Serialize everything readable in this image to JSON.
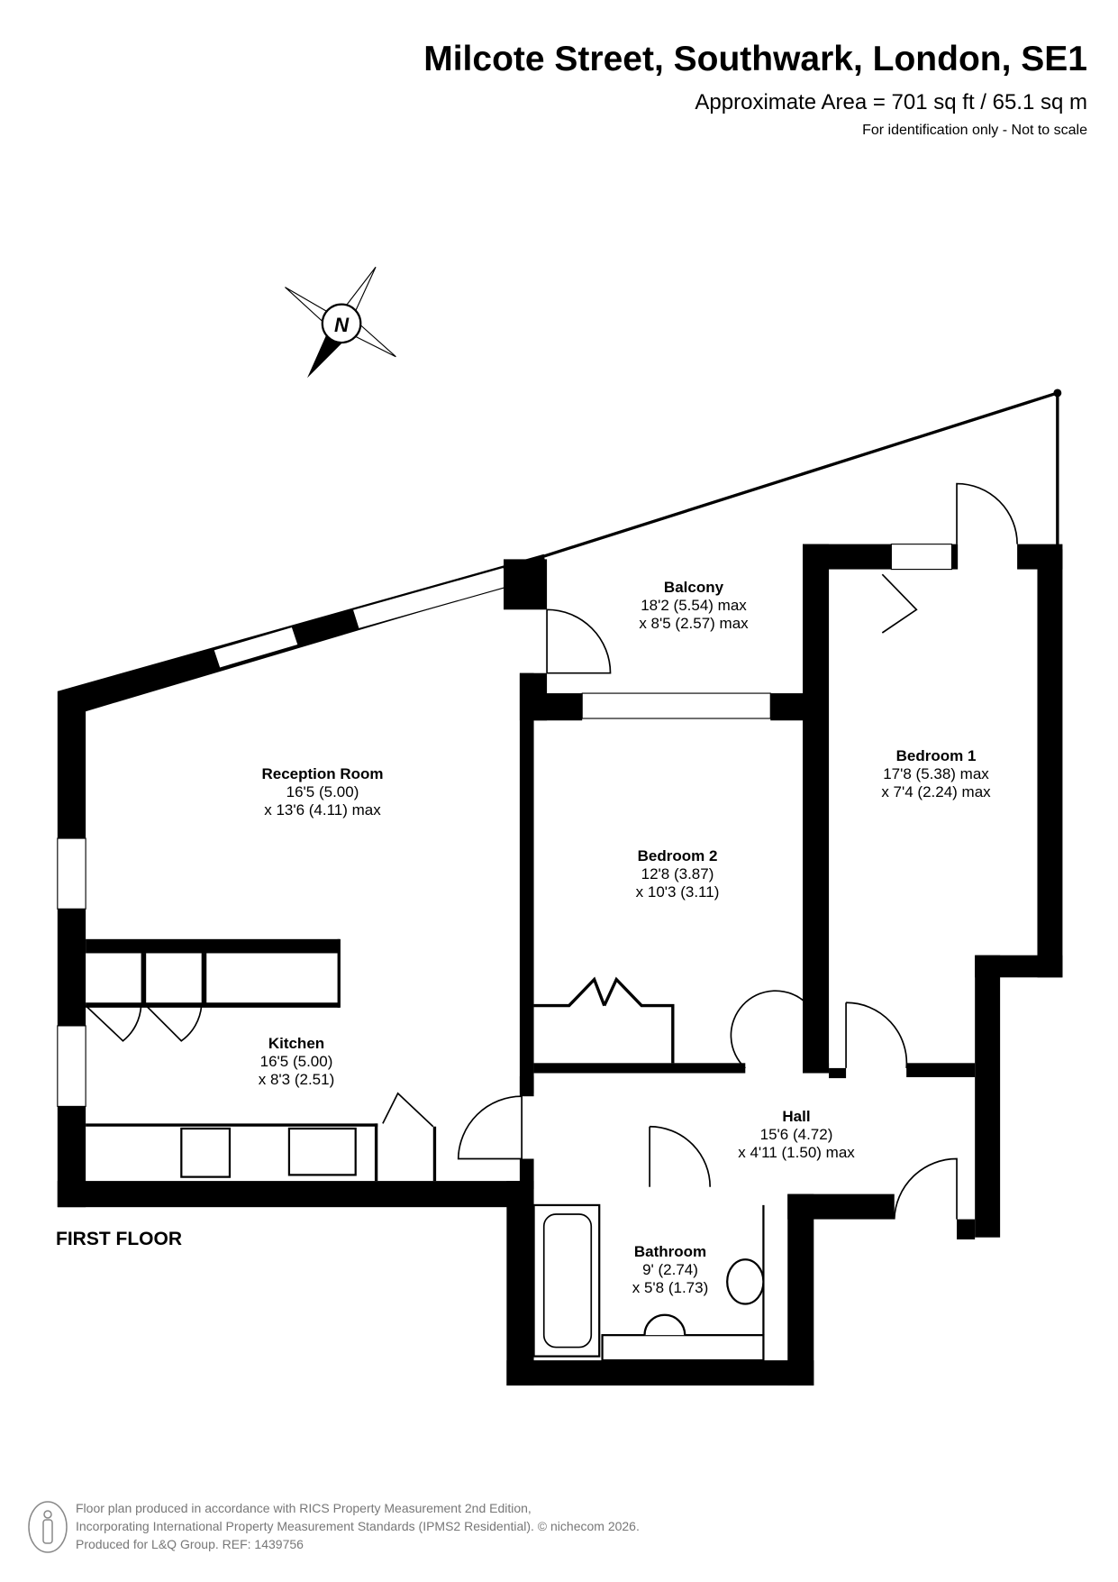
{
  "header": {
    "title": "Milcote Street, Southwark, London, SE1",
    "area": "Approximate Area = 701 sq ft / 65.1 sq m",
    "note": "For identification only - Not to scale"
  },
  "compass": {
    "label": "N"
  },
  "floor_label": "FIRST FLOOR",
  "rooms": [
    {
      "name": "Balcony",
      "dim1": "18'2 (5.54) max",
      "dim2": "x 8'5 (2.57) max"
    },
    {
      "name": "Reception Room",
      "dim1": "16'5 (5.00)",
      "dim2": "x 13'6 (4.11) max"
    },
    {
      "name": "Bedroom 1",
      "dim1": "17'8 (5.38) max",
      "dim2": "x 7'4 (2.24) max"
    },
    {
      "name": "Bedroom 2",
      "dim1": "12'8 (3.87)",
      "dim2": "x 10'3 (3.11)"
    },
    {
      "name": "Kitchen",
      "dim1": "16'5 (5.00)",
      "dim2": "x 8'3 (2.51)"
    },
    {
      "name": "Hall",
      "dim1": "15'6 (4.72)",
      "dim2": "x 4'11 (1.50) max"
    },
    {
      "name": "Bathroom",
      "dim1": "9' (2.74)",
      "dim2": "x 5'8 (1.73)"
    }
  ],
  "footer": {
    "line1": "Floor plan produced in accordance with RICS Property Measurement 2nd Edition,",
    "line2": "Incorporating International Property Measurement Standards (IPMS2 Residential).   © nichecom 2026.",
    "line3": "Produced for L&Q Group.   REF:    1439756"
  }
}
